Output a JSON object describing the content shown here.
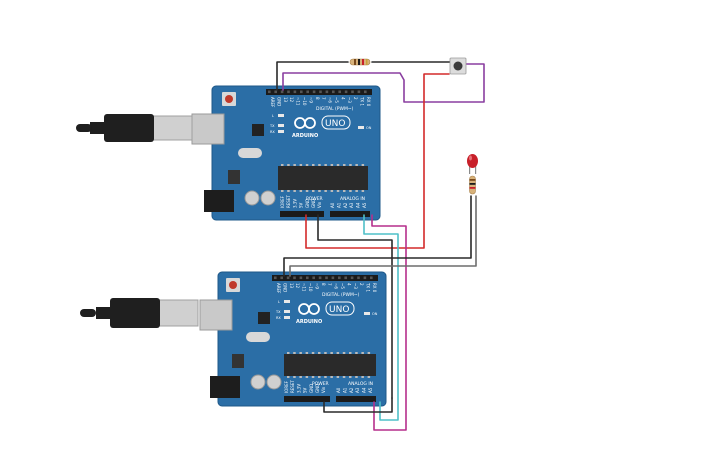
{
  "boards": [
    {
      "id": "top",
      "logo_text": "UNO",
      "brand_text": "ARDUINO",
      "digital_header": "DIGITAL (PWM~)",
      "power_label": "POWER",
      "analog_label": "ANALOG IN",
      "led_labels": [
        "L",
        "TX",
        "RX"
      ],
      "on_label": "ON"
    },
    {
      "id": "bottom",
      "logo_text": "UNO",
      "brand_text": "ARDUINO",
      "digital_header": "DIGITAL (PWM~)",
      "power_label": "POWER",
      "analog_label": "ANALOG IN",
      "led_labels": [
        "L",
        "TX",
        "RX"
      ],
      "on_label": "ON"
    }
  ],
  "digital_pins": [
    "AREF",
    "GND",
    "13",
    "12",
    "~11",
    "~10",
    "~9",
    "8",
    "7",
    "~6",
    "~5",
    "4",
    "~3",
    "2",
    "TX 1",
    "RX 0"
  ],
  "power_pins": [
    "IOREF",
    "RESET",
    "3.3V",
    "5V",
    "GND",
    "GND",
    "Vin"
  ],
  "analog_pins": [
    "A0",
    "A1",
    "A2",
    "A3",
    "A4",
    "A5"
  ],
  "colors": {
    "board": "#2b6ea6",
    "board_edge": "#1f5888",
    "header": "#1b1b1b",
    "wire_black": "#2a2a2a",
    "wire_red": "#d42a2a",
    "wire_purple": "#8a3ea0",
    "wire_magenta": "#b52f8c",
    "wire_cyan": "#4fc0c8",
    "wire_gray": "#6d6d6d",
    "led_red": "#c8202a",
    "resistor_body": "#d8b27a"
  },
  "icons": [
    "usb-cable-icon",
    "push-button-icon",
    "led-icon",
    "resistor-icon"
  ]
}
